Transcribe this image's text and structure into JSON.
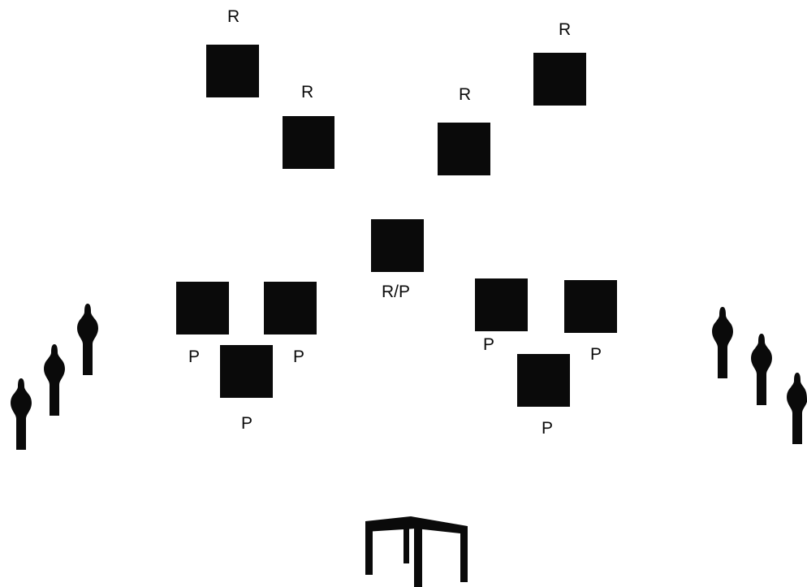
{
  "colors": {
    "background": "#ffffff",
    "ink": "#0a0a0a"
  },
  "icons": {
    "person": "person-silhouette-icon",
    "table": "table-icon"
  },
  "labels": {
    "r_top_left": "R",
    "r_top_right": "R",
    "r_mid_left": "R",
    "r_mid_right": "R",
    "rp_center": "R/P",
    "p_left_1": "P",
    "p_left_2": "P",
    "p_left_3": "P",
    "p_right_1": "P",
    "p_right_2": "P",
    "p_right_3": "P"
  }
}
